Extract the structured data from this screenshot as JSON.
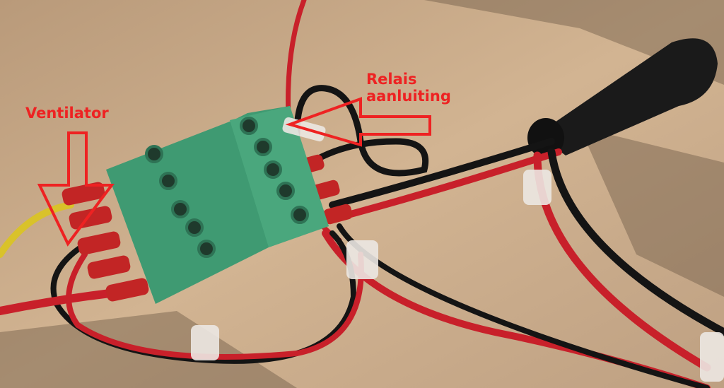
{
  "annotations": {
    "fan_label": "Ventilator",
    "relay_label_line1": "Relais",
    "relay_label_line2": "aanluiting"
  },
  "colors": {
    "annotation": "#ee2222",
    "wood": "#c9a987",
    "connector": "#3f9a72",
    "wire_red": "#c8202a",
    "wire_black": "#141414"
  }
}
